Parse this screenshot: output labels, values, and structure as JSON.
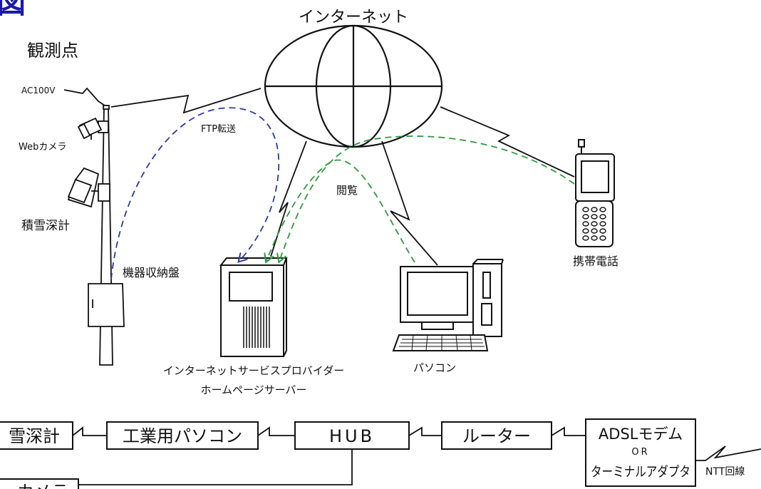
{
  "labels": {
    "title_fragment": "図",
    "internet": "インターネット",
    "observation_point": "観測点",
    "ac100v": "AC100V",
    "web_camera": "Webカメラ",
    "snow_gauge": "積雪深計",
    "ftp_transfer": "FTP転送",
    "browse": "閲覧",
    "equipment_box": "機器収納盤",
    "isp_line1": "インターネットサービスプロバイダー",
    "isp_line2": "ホームページサーバー",
    "pc": "パソコン",
    "mobile_phone": "携帯電話"
  },
  "blocks": {
    "snow_gauge": "雪深計",
    "industrial_pc": "工業用パソコン",
    "hub": "HUB",
    "router": "ルーター",
    "adsl_modem": "ADSLモデム",
    "or": "OR",
    "terminal_adapter": "ターミナルアダプタ",
    "camera": "カメラ",
    "ntt_line": "NTT回線"
  },
  "colors": {
    "title": "#1a1aa6",
    "ftp_arrow": "#2a3aa8",
    "browse_arrow": "#2e9a3e",
    "line": "#111111"
  }
}
